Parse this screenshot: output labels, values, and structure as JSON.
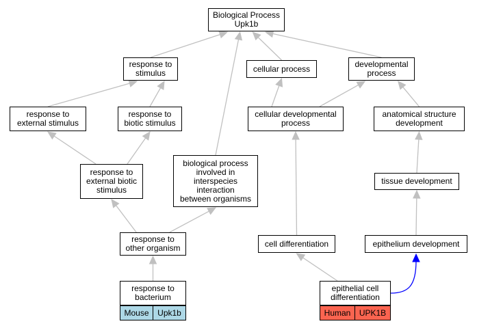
{
  "colors": {
    "edge": "#c0c0c0",
    "highlight_edge": "#0000ff",
    "mouse_tag": "#add8e6",
    "human_tag": "#fa6450",
    "node_border": "#000000",
    "node_fill": "#ffffff"
  },
  "nodes": {
    "root": "Biological Process\nUpk1b",
    "response_to_stimulus": "response to\nstimulus",
    "cellular_process": "cellular process",
    "developmental_process": "developmental\nprocess",
    "response_to_external_stimulus": "response to\nexternal stimulus",
    "response_to_biotic_stimulus": "response to\nbiotic stimulus",
    "cellular_developmental_process": "cellular developmental\nprocess",
    "anatomical_structure_development": "anatomical structure\ndevelopment",
    "response_to_external_biotic_stimulus": "response to\nexternal biotic\nstimulus",
    "interspecies_interaction": "biological process\ninvolved in\ninterspecies\ninteraction\nbetween organisms",
    "tissue_development": "tissue development",
    "response_to_other_organism": "response to\nother organism",
    "cell_differentiation": "cell differentiation",
    "epithelium_development": "epithelium development",
    "response_to_bacterium": "response to\nbacterium",
    "epithelial_cell_differentiation": "epithelial cell\ndifferentiation"
  },
  "tags": {
    "mouse_species": "Mouse",
    "mouse_gene": "Upk1b",
    "human_species": "Human",
    "human_gene": "UPK1B"
  },
  "edges": [
    [
      "response_to_stimulus",
      "root"
    ],
    [
      "cellular_process",
      "root"
    ],
    [
      "developmental_process",
      "root"
    ],
    [
      "interspecies_interaction",
      "root"
    ],
    [
      "response_to_external_stimulus",
      "response_to_stimulus"
    ],
    [
      "response_to_biotic_stimulus",
      "response_to_stimulus"
    ],
    [
      "cellular_developmental_process",
      "cellular_process"
    ],
    [
      "cellular_developmental_process",
      "developmental_process"
    ],
    [
      "anatomical_structure_development",
      "developmental_process"
    ],
    [
      "response_to_external_biotic_stimulus",
      "response_to_external_stimulus"
    ],
    [
      "response_to_external_biotic_stimulus",
      "response_to_biotic_stimulus"
    ],
    [
      "tissue_development",
      "anatomical_structure_development"
    ],
    [
      "response_to_other_organism",
      "response_to_external_biotic_stimulus"
    ],
    [
      "response_to_other_organism",
      "interspecies_interaction"
    ],
    [
      "cell_differentiation",
      "cellular_developmental_process"
    ],
    [
      "epithelium_development",
      "tissue_development"
    ],
    [
      "response_to_bacterium",
      "response_to_other_organism"
    ],
    [
      "epithelial_cell_differentiation",
      "cell_differentiation"
    ],
    [
      "epithelial_cell_differentiation",
      "epithelium_development"
    ]
  ],
  "highlighted_edges": [
    [
      "epithelial_cell_differentiation",
      "epithelium_development"
    ]
  ]
}
